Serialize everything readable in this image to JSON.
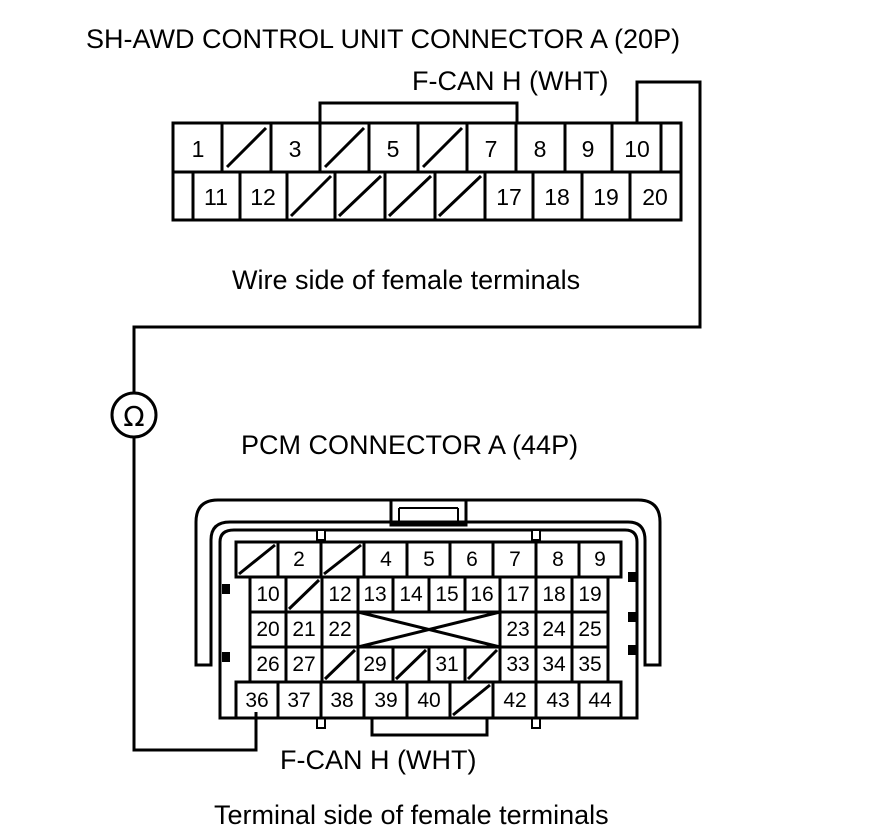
{
  "connector_a": {
    "title": "SH-AWD CONTROL UNIT CONNECTOR A (20P)",
    "wire_label": "F-CAN H (WHT)",
    "view_caption": "Wire side of female terminals",
    "row1": [
      "1",
      "",
      "3",
      "",
      "5",
      "",
      "7",
      "8",
      "9",
      "10"
    ],
    "row2": [
      "11",
      "12",
      "",
      "",
      "",
      "",
      "17",
      "18",
      "19",
      "20"
    ]
  },
  "meter": {
    "symbol": "Ω"
  },
  "pcm": {
    "title": "PCM CONNECTOR A (44P)",
    "wire_label": "F-CAN H (WHT)",
    "view_caption": "Terminal side of female terminals",
    "row1": [
      "",
      "2",
      "",
      "4",
      "5",
      "6",
      "7",
      "8",
      "9"
    ],
    "row2": [
      "10",
      "",
      "12",
      "13",
      "14",
      "15",
      "16",
      "17",
      "18",
      "19"
    ],
    "row3_left": [
      "20",
      "21",
      "22"
    ],
    "row3_right": [
      "23",
      "24",
      "25"
    ],
    "row4": [
      "26",
      "27",
      "",
      "29",
      "",
      "31",
      "",
      "33",
      "34",
      "35"
    ],
    "row5": [
      "36",
      "37",
      "38",
      "39",
      "40",
      "",
      "42",
      "43",
      "44"
    ]
  }
}
